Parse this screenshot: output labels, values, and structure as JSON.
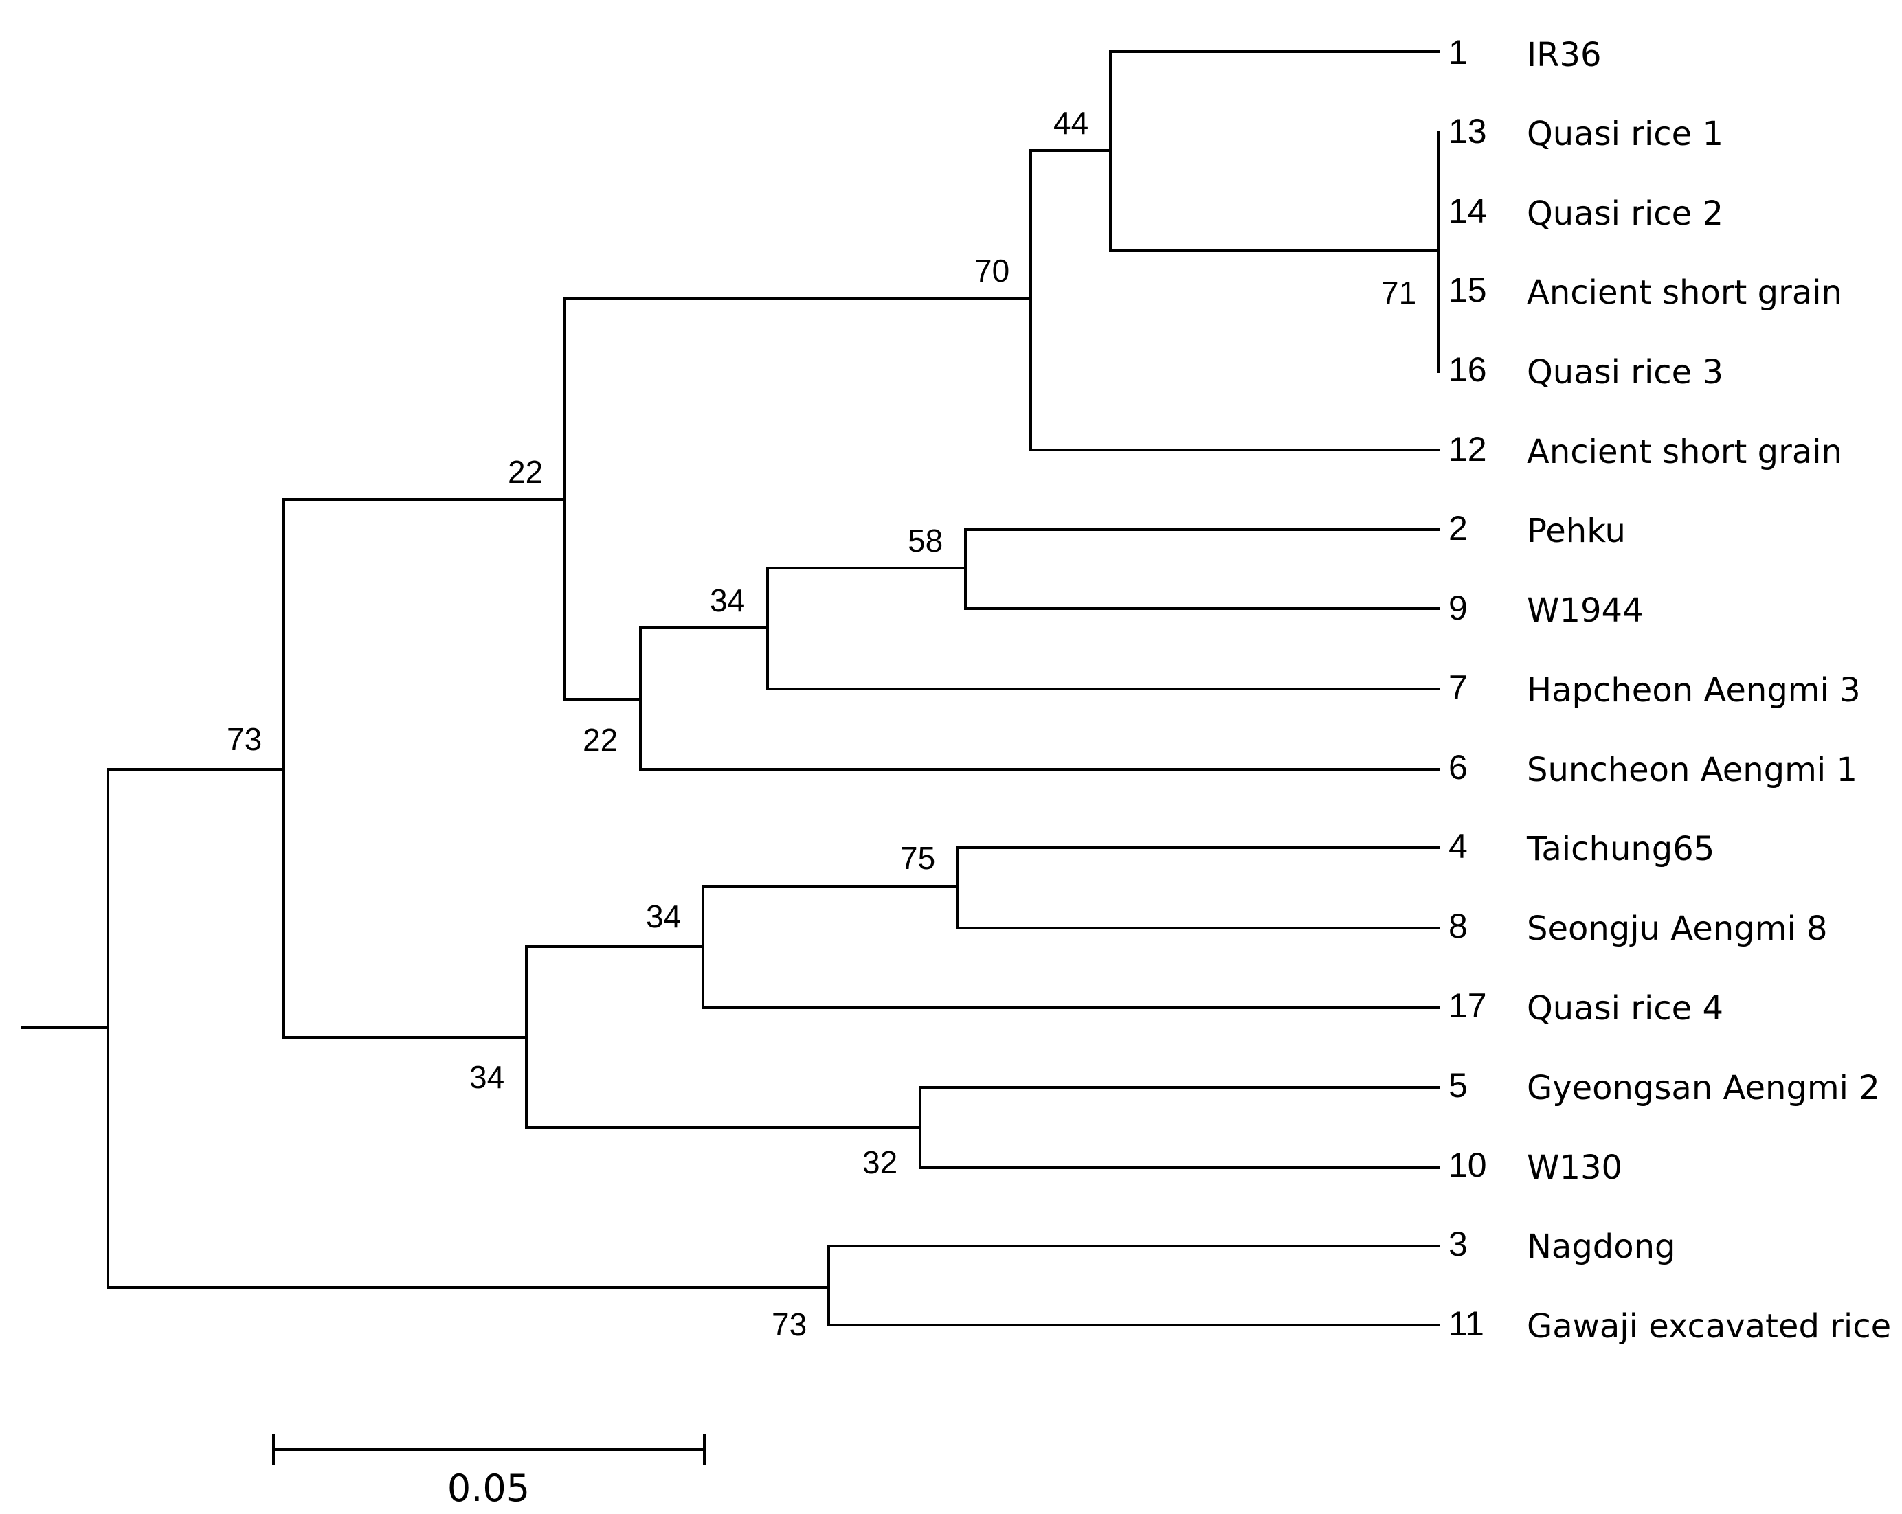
{
  "tree": {
    "leaves": [
      {
        "id": "1",
        "name": "IR36"
      },
      {
        "id": "13",
        "name": "Quasi rice 1"
      },
      {
        "id": "14",
        "name": "Quasi rice 2"
      },
      {
        "id": "15",
        "name": "Ancient short grain"
      },
      {
        "id": "16",
        "name": "Quasi rice 3"
      },
      {
        "id": "12",
        "name": "Ancient short grain"
      },
      {
        "id": "2",
        "name": "Pehku"
      },
      {
        "id": "9",
        "name": "W1944"
      },
      {
        "id": "7",
        "name": "Hapcheon Aengmi 3"
      },
      {
        "id": "6",
        "name": "Suncheon Aengmi 1"
      },
      {
        "id": "4",
        "name": "Taichung65"
      },
      {
        "id": "8",
        "name": "Seongju Aengmi 8"
      },
      {
        "id": "17",
        "name": "Quasi rice 4"
      },
      {
        "id": "5",
        "name": "Gyeongsan Aengmi 2"
      },
      {
        "id": "10",
        "name": "W130"
      },
      {
        "id": "3",
        "name": "Nagdong"
      },
      {
        "id": "11",
        "name": "Gawaji excavated rice"
      }
    ],
    "bootstrap": {
      "clade_1_13_16": "44",
      "clade_13_16": "71",
      "clade_1_12": "70",
      "clade_1_6": "22",
      "clade_2_9": "58",
      "clade_2_7": "34",
      "clade_2_6": "22",
      "clade_4_8": "75",
      "clade_4_17": "34",
      "clade_4_10": "34",
      "clade_5_10": "32",
      "clade_1_10": "73",
      "clade_3_11": "73"
    },
    "scale_bar": {
      "label": "0.05"
    }
  }
}
